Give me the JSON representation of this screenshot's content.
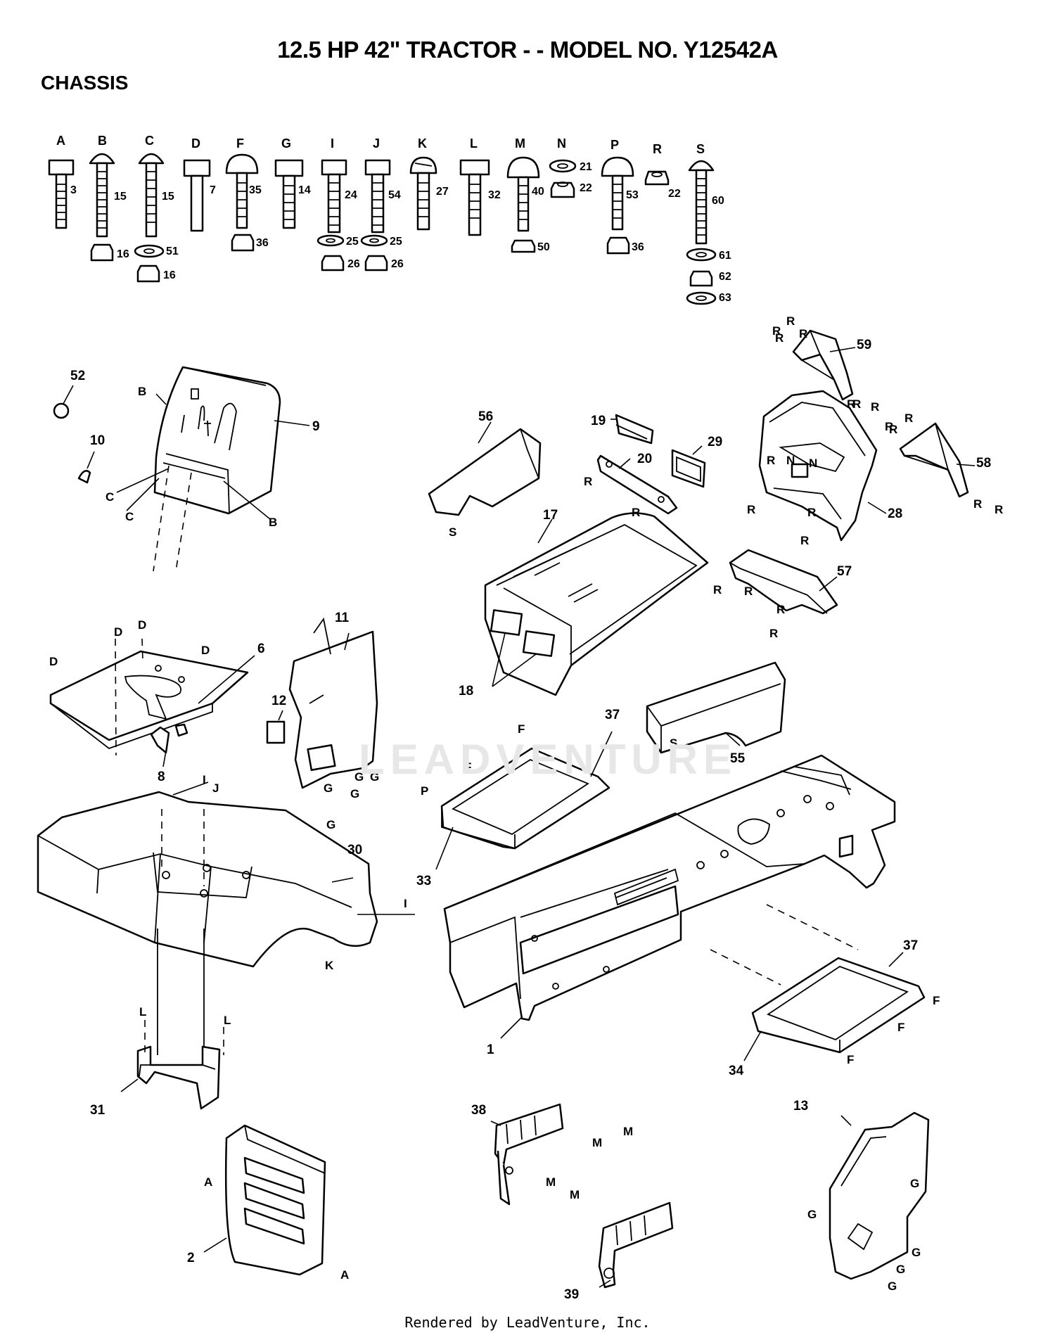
{
  "header": {
    "title": "12.5 HP 42\" TRACTOR - - MODEL NO.  Y12542A",
    "section": "CHASSIS"
  },
  "footer": {
    "text": "Rendered by LeadVenture, Inc."
  },
  "watermark": {
    "text": "LEADVENTURE"
  },
  "hardware": {
    "letters": [
      "A",
      "B",
      "C",
      "D",
      "F",
      "G",
      "I",
      "J",
      "K",
      "L",
      "M",
      "N",
      "P",
      "R",
      "S"
    ],
    "numbers": [
      "3",
      "15",
      "15",
      "7",
      "35",
      "14",
      "24",
      "54",
      "27",
      "32",
      "40",
      "21",
      "22",
      "53",
      "22",
      "60",
      "16",
      "51",
      "16",
      "36",
      "25",
      "25",
      "26",
      "26",
      "50",
      "36",
      "61",
      "62",
      "63"
    ]
  },
  "callouts": {
    "part_numbers": [
      "52",
      "10",
      "9",
      "56",
      "19",
      "20",
      "29",
      "59",
      "58",
      "28",
      "17",
      "57",
      "18",
      "11",
      "12",
      "6",
      "8",
      "37",
      "55",
      "30",
      "33",
      "1",
      "37",
      "34",
      "31",
      "38",
      "13",
      "2",
      "39"
    ],
    "reference_letters": [
      "B",
      "C",
      "C",
      "B",
      "D",
      "D",
      "D",
      "D",
      "S",
      "R",
      "R",
      "R",
      "R",
      "R",
      "R",
      "R",
      "N",
      "N",
      "R",
      "R",
      "R",
      "R",
      "R",
      "R",
      "R",
      "R",
      "R",
      "R",
      "R",
      "R",
      "R",
      "R",
      "R",
      "G",
      "G",
      "G",
      "G",
      "G",
      "F",
      "F",
      "P",
      "S",
      "J",
      "I",
      "I",
      "K",
      "L",
      "L",
      "F",
      "F",
      "F",
      "M",
      "M",
      "M",
      "M",
      "A",
      "A",
      "G",
      "G",
      "G",
      "G",
      "G"
    ]
  }
}
